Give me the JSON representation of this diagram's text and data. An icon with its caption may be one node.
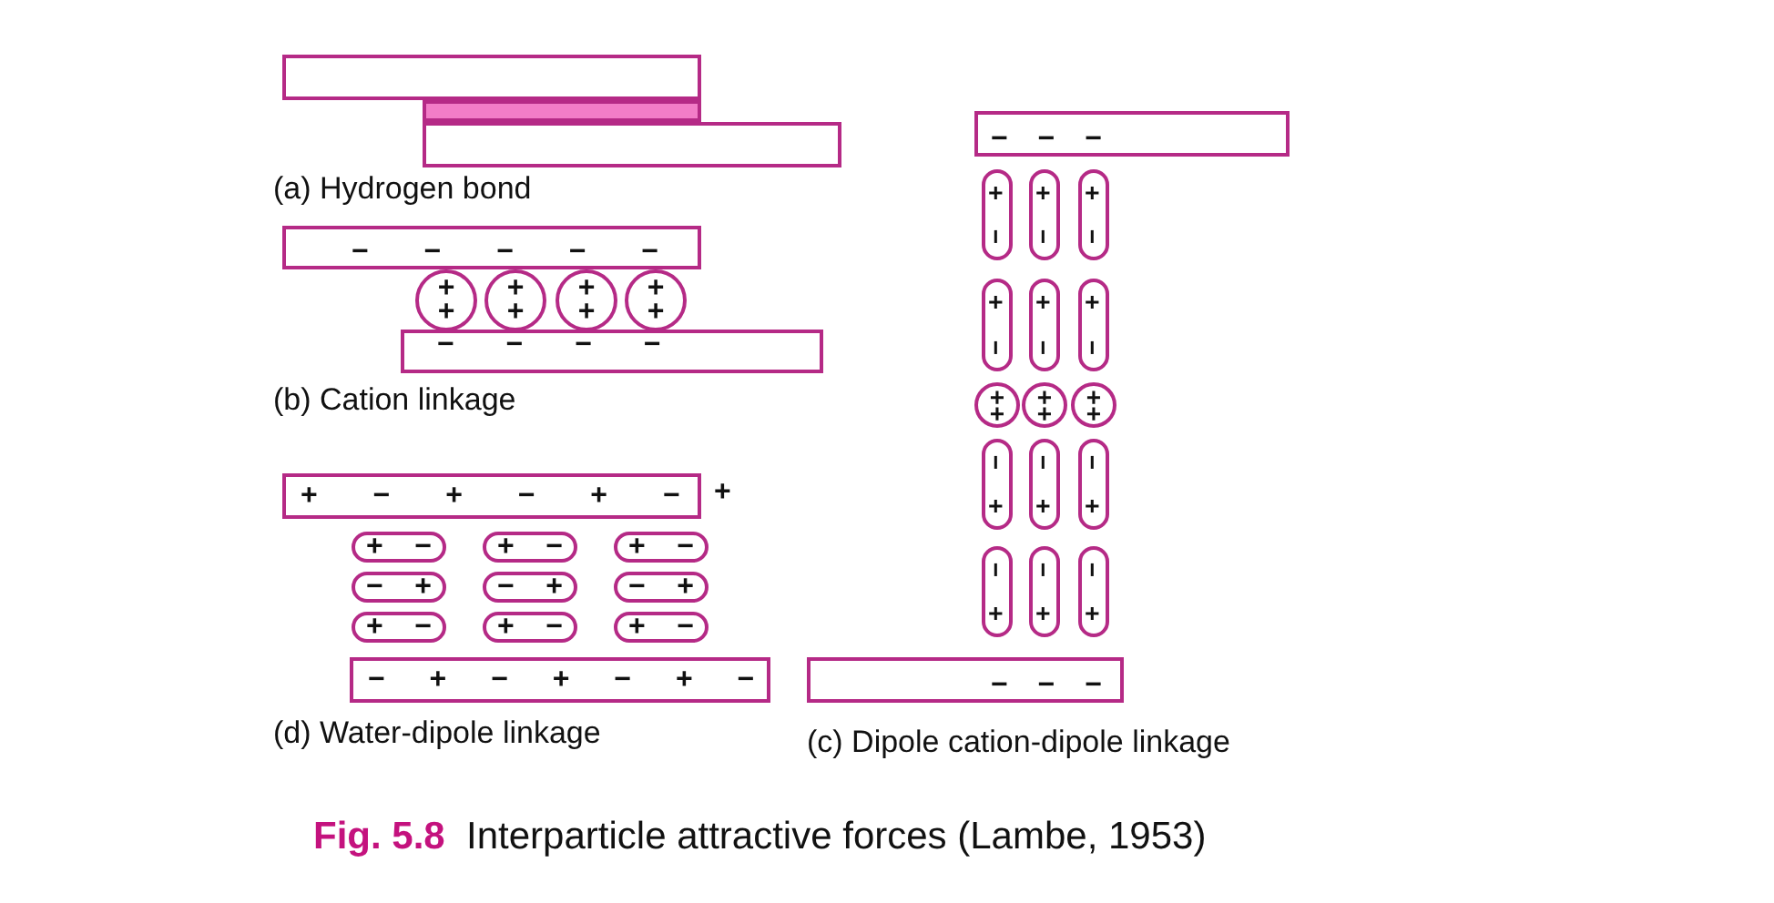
{
  "diagram": {
    "caption": "**Fig. 5.8**  Interparticle attractive forces (Lambe, 1953)",
    "nodes": [
      {
        "text": [],
        "shape": "box"
      },
      {
        "text": [],
        "shape": "bar"
      },
      {
        "text": [],
        "shape": "box"
      },
      {
        "text": [
          "− − − − −"
        ]
      },
      {
        "text": [
          "+ +"
        ]
      },
      {
        "text": [
          "+ +"
        ]
      },
      {
        "text": [
          "+ +"
        ]
      },
      {
        "text": [
          "+ +"
        ]
      },
      {
        "text": [
          "− − − −"
        ]
      },
      {
        "text": [
          "+ − + − + −"
        ]
      },
      {
        "text": [
          "+",
          "−"
        ]
      },
      {
        "text": [
          "+",
          "−"
        ]
      },
      {
        "text": [
          "+",
          "−"
        ]
      },
      {
        "text": [
          "−",
          "+"
        ]
      },
      {
        "text": [
          "−",
          "+"
        ]
      },
      {
        "text": [
          "−",
          "+"
        ]
      },
      {
        "text": [
          "+",
          "−"
        ]
      },
      {
        "text": [
          "+",
          "−"
        ]
      },
      {
        "text": [
          "+",
          "−"
        ]
      },
      {
        "text": [
          "− + − + − + −"
        ]
      },
      {
        "text": [
          "− − −"
        ]
      },
      {
        "text": [
          "+",
          "−"
        ]
      },
      {
        "text": [
          "+",
          "−"
        ]
      },
      {
        "text": [
          "+",
          "−"
        ]
      },
      {
        "text": [
          "+",
          "−"
        ]
      },
      {
        "text": [
          "+",
          "−"
        ]
      },
      {
        "text": [
          "+",
          "−"
        ]
      },
      {
        "text": [
          "+ +"
        ]
      },
      {
        "text": [
          "+ +"
        ]
      },
      {
        "text": [
          "+ +"
        ]
      },
      {
        "text": [
          "−",
          "+"
        ]
      },
      {
        "text": [
          "−",
          "+"
        ]
      },
      {
        "text": [
          "−",
          "+"
        ]
      },
      {
        "text": [
          "−",
          "+"
        ]
      },
      {
        "text": [
          "−",
          "+"
        ]
      },
      {
        "text": [
          "−",
          "+"
        ]
      },
      {
        "text": [
          "− − −"
        ]
      }
    ],
    "labels": [
      "(a) Hydrogen bond",
      "(b) Cation linkage",
      "+",
      "(d) Water-dipole linkage",
      "(c) Dipole cation-dipole linkage"
    ]
  }
}
